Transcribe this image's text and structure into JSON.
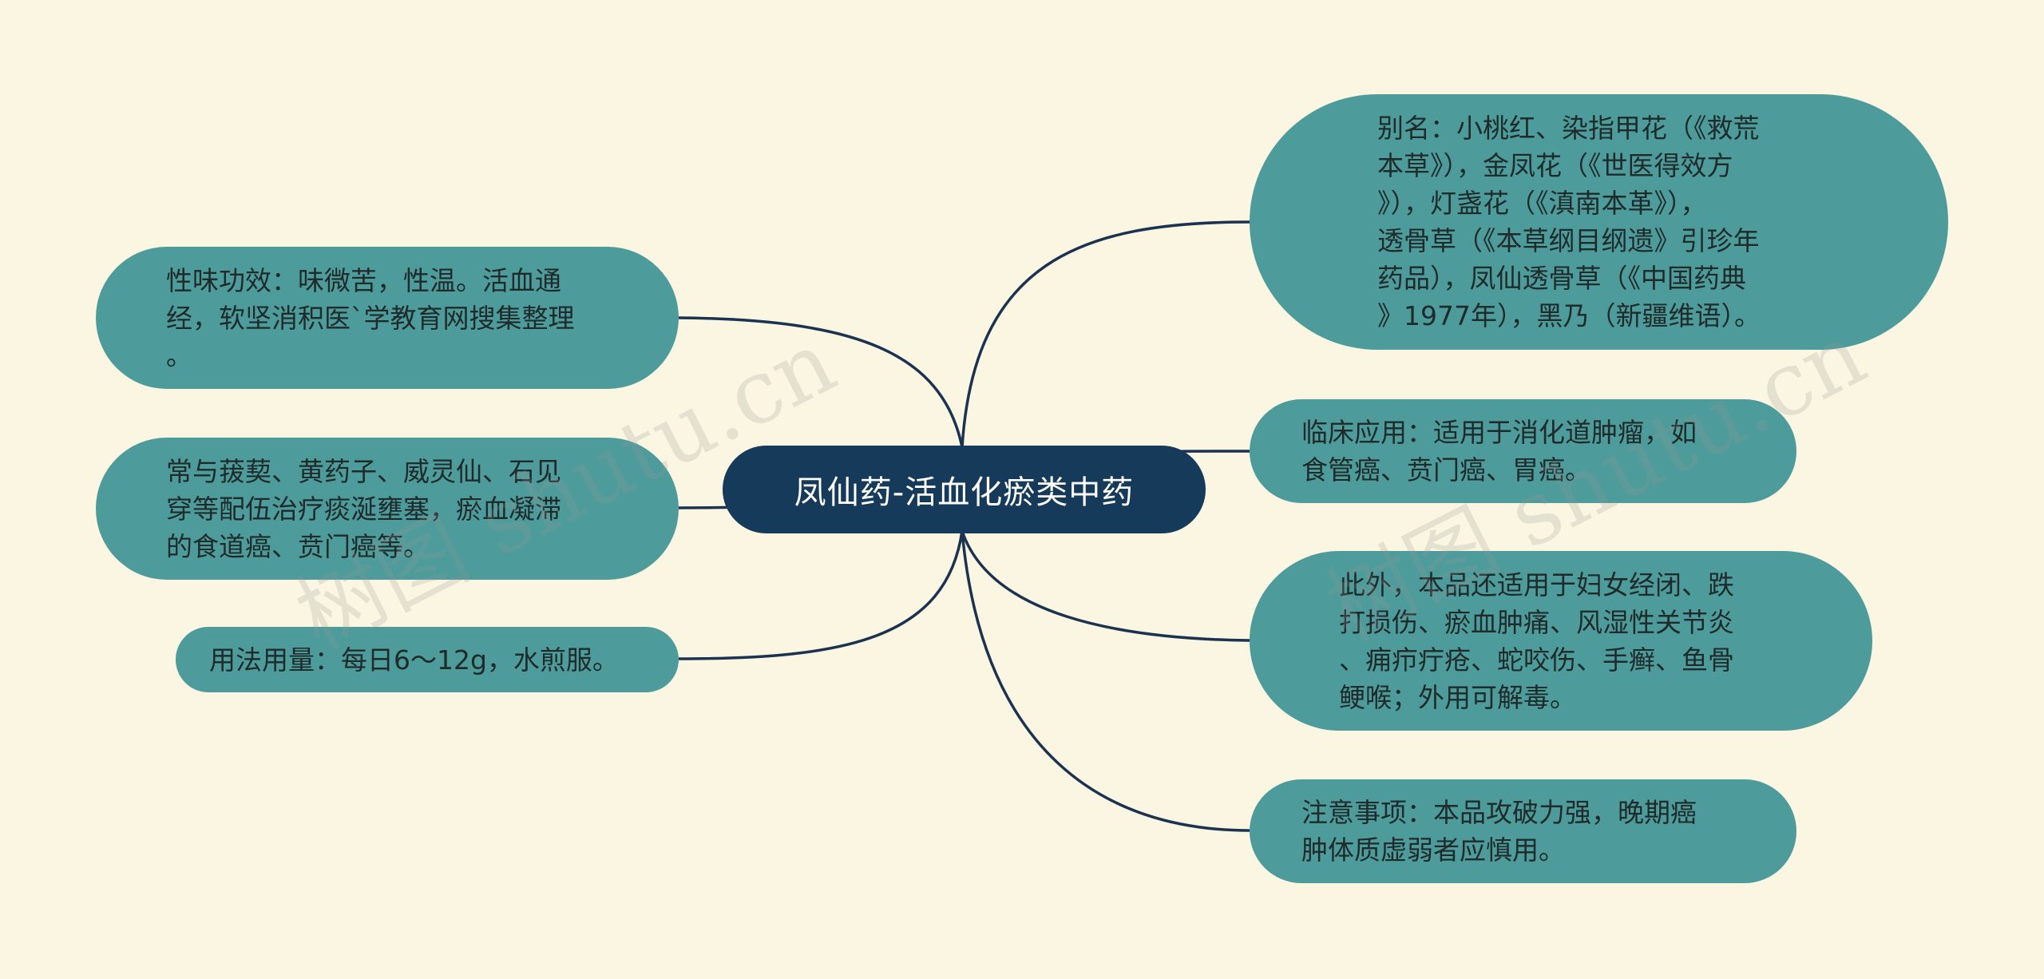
{
  "center": {
    "label": "凤仙药-活血化瘀类中药"
  },
  "left_nodes": [
    {
      "id": "efficacy",
      "text": "性味功效：味微苦，性温。活血通\n经，软坚消积医`学教育网搜集整理\n。"
    },
    {
      "id": "combination",
      "text": "常与菝葜、黄药子、威灵仙、石见\n穿等配伍治疗痰涎壅塞，瘀血凝滞\n的食道癌、贲门癌等。"
    },
    {
      "id": "dosage",
      "text": "用法用量：每日6～12g，水煎服。"
    }
  ],
  "right_nodes": [
    {
      "id": "alias",
      "text": "别名：小桃红、染指甲花（《救荒\n本草》），金凤花（《世医得效方\n》），灯盏花（《滇南本革》），\n透骨草（《本草纲目纲遗》引珍年\n药品），凤仙透骨草（《中国药典\n》1977年），黑乃（新疆维语）。"
    },
    {
      "id": "clinical",
      "text": "临床应用：适用于消化道肿瘤，如\n食管癌、贲门癌、胃癌。"
    },
    {
      "id": "other_uses",
      "text": "此外，本品还适用于妇女经闭、跌\n打损伤、瘀血肿痛、风湿性关节炎\n、痈疖疔疮、蛇咬伤、手癣、鱼骨\n鲠喉；外用可解毒。"
    },
    {
      "id": "caution",
      "text": "注意事项：本品攻破力强，晚期癌\n肿体质虚弱者应慎用。"
    }
  ],
  "watermarks": [
    "树图 shutu.cn",
    "树图 shutu.cn"
  ],
  "colors": {
    "background": "#faf6e2",
    "node_fill": "#4e9b9c",
    "center_fill": "#163a5a",
    "edge": "#1b3350"
  }
}
